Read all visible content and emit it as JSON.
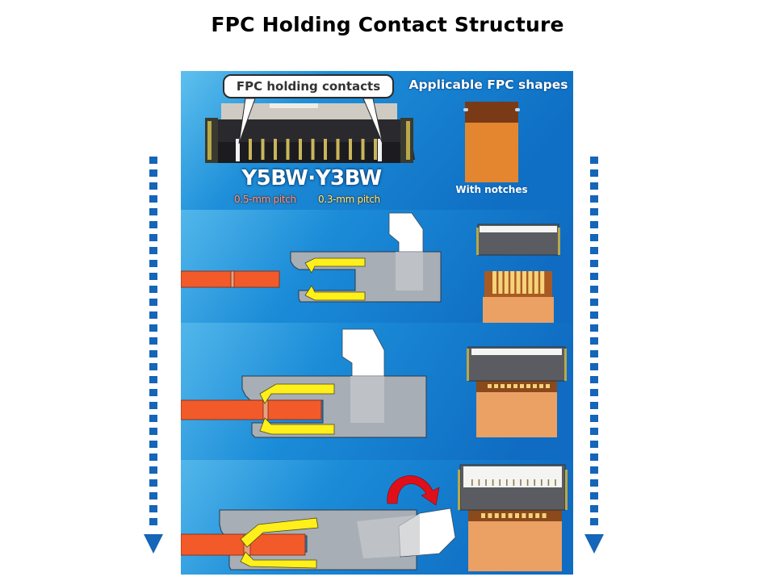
{
  "title": "FPC Holding Contact Structure",
  "overview": {
    "callout_label": "FPC holding contacts",
    "shapes_title": "Applicable FPC shapes",
    "model_name": "Y5BW·Y3BW",
    "pitches": [
      {
        "label": "0.5-mm pitch",
        "color": "#f39a8e"
      },
      {
        "label": "0.3-mm pitch",
        "color": "#eef08a"
      }
    ],
    "fpc_shape_label": "With notches"
  },
  "steps": [
    {
      "name": "fpc-approach",
      "description": "FPC approaching connector; holding contacts open"
    },
    {
      "name": "fpc-inserted",
      "description": "FPC inserted; holding contact hooks engage notches"
    },
    {
      "name": "actuator-closed",
      "description": "Actuator rotated closed; FPC locked"
    }
  ],
  "flow_arrows": {
    "direction": "down",
    "icon": "dotted-down-arrow"
  },
  "colors": {
    "background_blue": "#1a7fd0",
    "fpc_orange": "#f25a2a",
    "contact_yellow": "#ffef1a",
    "housing_gray": "#a7aeb6",
    "actuator_white": "#ffffff",
    "rotate_arrow_red": "#e0101a",
    "flow_arrow_blue": "#1565b8",
    "fpc_tan": "#eaa062",
    "fpc_brown": "#8a4a1c"
  }
}
